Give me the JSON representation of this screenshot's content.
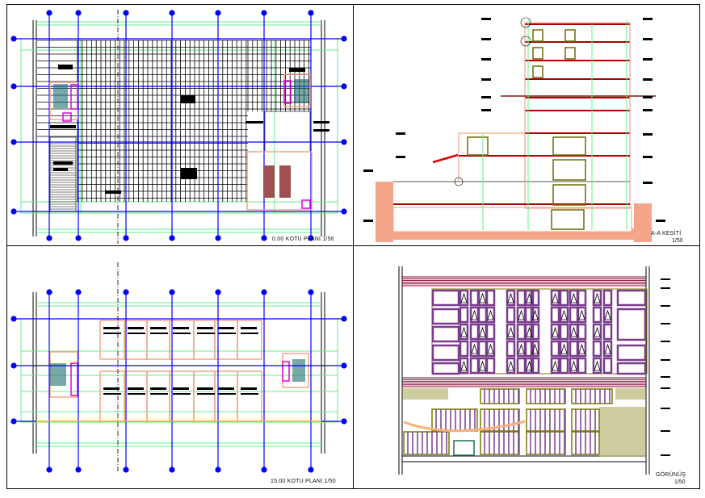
{
  "sheet": {
    "panels": [
      {
        "id": "ground-plan",
        "title": "0.00 KOTU PLANI 1/50",
        "scale": ""
      },
      {
        "id": "section",
        "title": "A-A KESİTİ",
        "scale": "1/50"
      },
      {
        "id": "upper-plan",
        "title": "15.00 KOTU  PLANI 1/50",
        "scale": ""
      },
      {
        "id": "elevation",
        "title": "GÖRÜNÜŞ",
        "scale": "1/50"
      }
    ]
  },
  "colors": {
    "grid_axis": "#0000ff",
    "secondary_lines": "#66ee88",
    "walls": "#f4a58a",
    "slabs": "#aa0000",
    "facade_frame": "#7a3c8c",
    "facade_bands": "#8b0030",
    "olive": "#7a7a00",
    "text": "#000000"
  }
}
